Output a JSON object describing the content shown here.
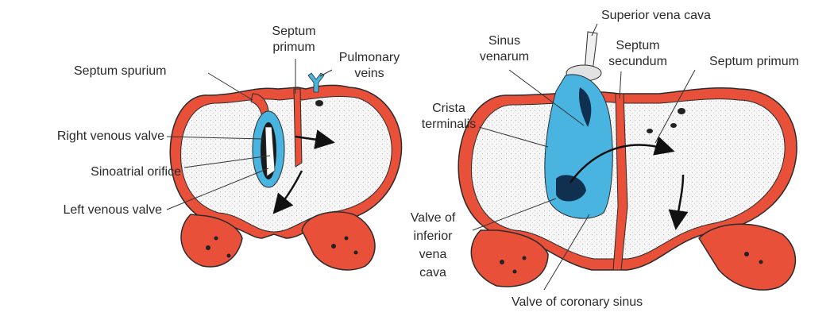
{
  "left_figure": {
    "labels": {
      "septum_spurium": "Septum spurium",
      "septum_primum_1": "Septum",
      "septum_primum_2": "primum",
      "pulmonary_veins_1": "Pulmonary",
      "pulmonary_veins_2": "veins",
      "right_venous_valve": "Right venous valve",
      "sinoatrial_orifice": "Sinoatrial orifice",
      "left_venous_valve": "Left venous valve"
    }
  },
  "right_figure": {
    "labels": {
      "superior_vena_cava": "Superior vena cava",
      "sinus_venarum_1": "Sinus",
      "sinus_venarum_2": "venarum",
      "septum_secundum_1": "Septum",
      "septum_secundum_2": "secundum",
      "septum_primum": "Septum primum",
      "crista_terminalis_1": "Crista",
      "crista_terminalis_2": "terminalis",
      "valve_ivc_1": "Valve of",
      "valve_ivc_2": "inferior",
      "valve_ivc_3": "vena",
      "valve_ivc_4": "cava",
      "valve_coronary_sinus": "Valve of coronary sinus"
    }
  },
  "colors": {
    "wall_red": "#e8503a",
    "venous_blue": "#49b4e0",
    "dark_blue": "#10304f",
    "outline": "#2b2b2b",
    "leader": "#333333"
  }
}
